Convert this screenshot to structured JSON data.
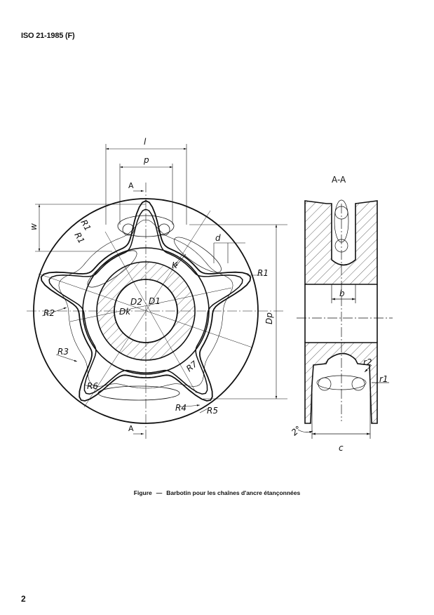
{
  "header": {
    "standard": "ISO 21-1985 (F)"
  },
  "page_number": "2",
  "figure": {
    "caption_label": "Figure",
    "caption_dash": "—",
    "caption_text": "Barbotin pour les chaînes d'ancre étançonnées",
    "main_view": {
      "dimensions": {
        "l": "l",
        "p": "p",
        "w": "w",
        "d": "d",
        "K": "K",
        "Dp": "Dp",
        "D1": "D1",
        "D2": "D2",
        "Dk": "Dk"
      },
      "radii": [
        "R1",
        "R1",
        "R1",
        "R2",
        "R3",
        "R4",
        "R5",
        "R6",
        "R7"
      ],
      "section_mark": "A"
    },
    "section_view": {
      "title": "A-A",
      "dimensions": {
        "b": "b",
        "c": "c",
        "r1": "r1",
        "r2": "r2",
        "angle": "2°"
      }
    }
  }
}
